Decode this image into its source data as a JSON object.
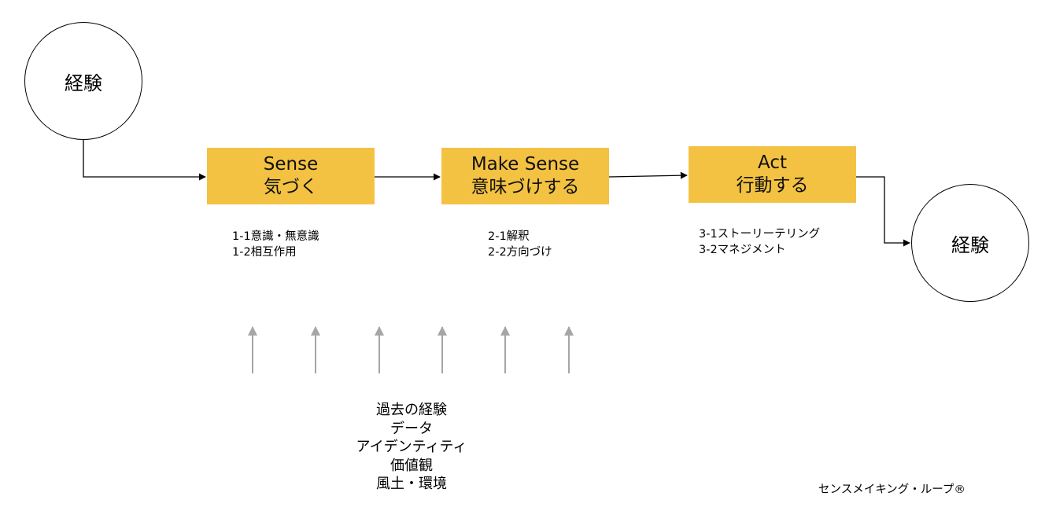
{
  "start_node": {
    "label": "経験"
  },
  "end_node": {
    "label": "経験"
  },
  "steps": [
    {
      "title": "Sense",
      "subtitle": "気づく",
      "items": [
        "1-1意識・無意識",
        "1-2相互作用"
      ]
    },
    {
      "title": "Make Sense",
      "subtitle": "意味づけする",
      "items": [
        "2-1解釈",
        "2-2方向づけ"
      ]
    },
    {
      "title": "Act",
      "subtitle": "行動する",
      "items": [
        "3-1ストーリーテリング",
        "3-2マネジメント"
      ]
    }
  ],
  "influences": [
    "過去の経験",
    "データ",
    "アイデンティティ",
    "価値観",
    "風土・環境"
  ],
  "footer": "センスメイキング・ループ®",
  "colors": {
    "step_fill": "#f4c242",
    "arrow": "#000000",
    "influence_arrow": "#a6a6a6"
  }
}
